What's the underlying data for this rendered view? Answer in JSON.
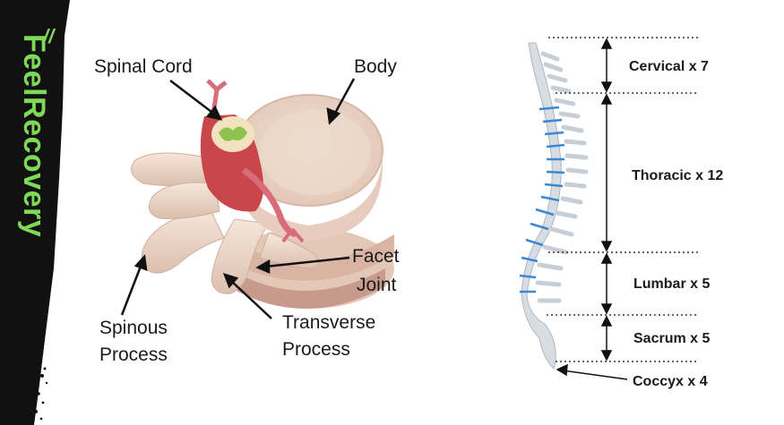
{
  "brand": {
    "name": "FeelRecovery",
    "marks": "//",
    "accent_color": "#7ed957",
    "strip_color": "#111111"
  },
  "vertebra": {
    "labels": {
      "spinal_cord": "Spinal Cord",
      "body": "Body",
      "facet_line1": "Facet",
      "facet_line2": "Joint",
      "spinous_line1": "Spinous",
      "spinous_line2": "Process",
      "transverse_line1": "Transverse",
      "transverse_line2": "Process"
    },
    "colors": {
      "bone": "#f0d9c8",
      "cord_red": "#c9474a",
      "nerve_pink": "#d96c7a",
      "cord_green": "#8dc24f"
    }
  },
  "spine": {
    "segments": [
      {
        "label": "Cervical x 7"
      },
      {
        "label": "Thoracic x 12"
      },
      {
        "label": "Lumbar x 5"
      },
      {
        "label": "Sacrum x 5"
      },
      {
        "label": "Coccyx x 4"
      }
    ],
    "colors": {
      "vertebra": "#d8dde3",
      "disc": "#3a87d6"
    }
  }
}
